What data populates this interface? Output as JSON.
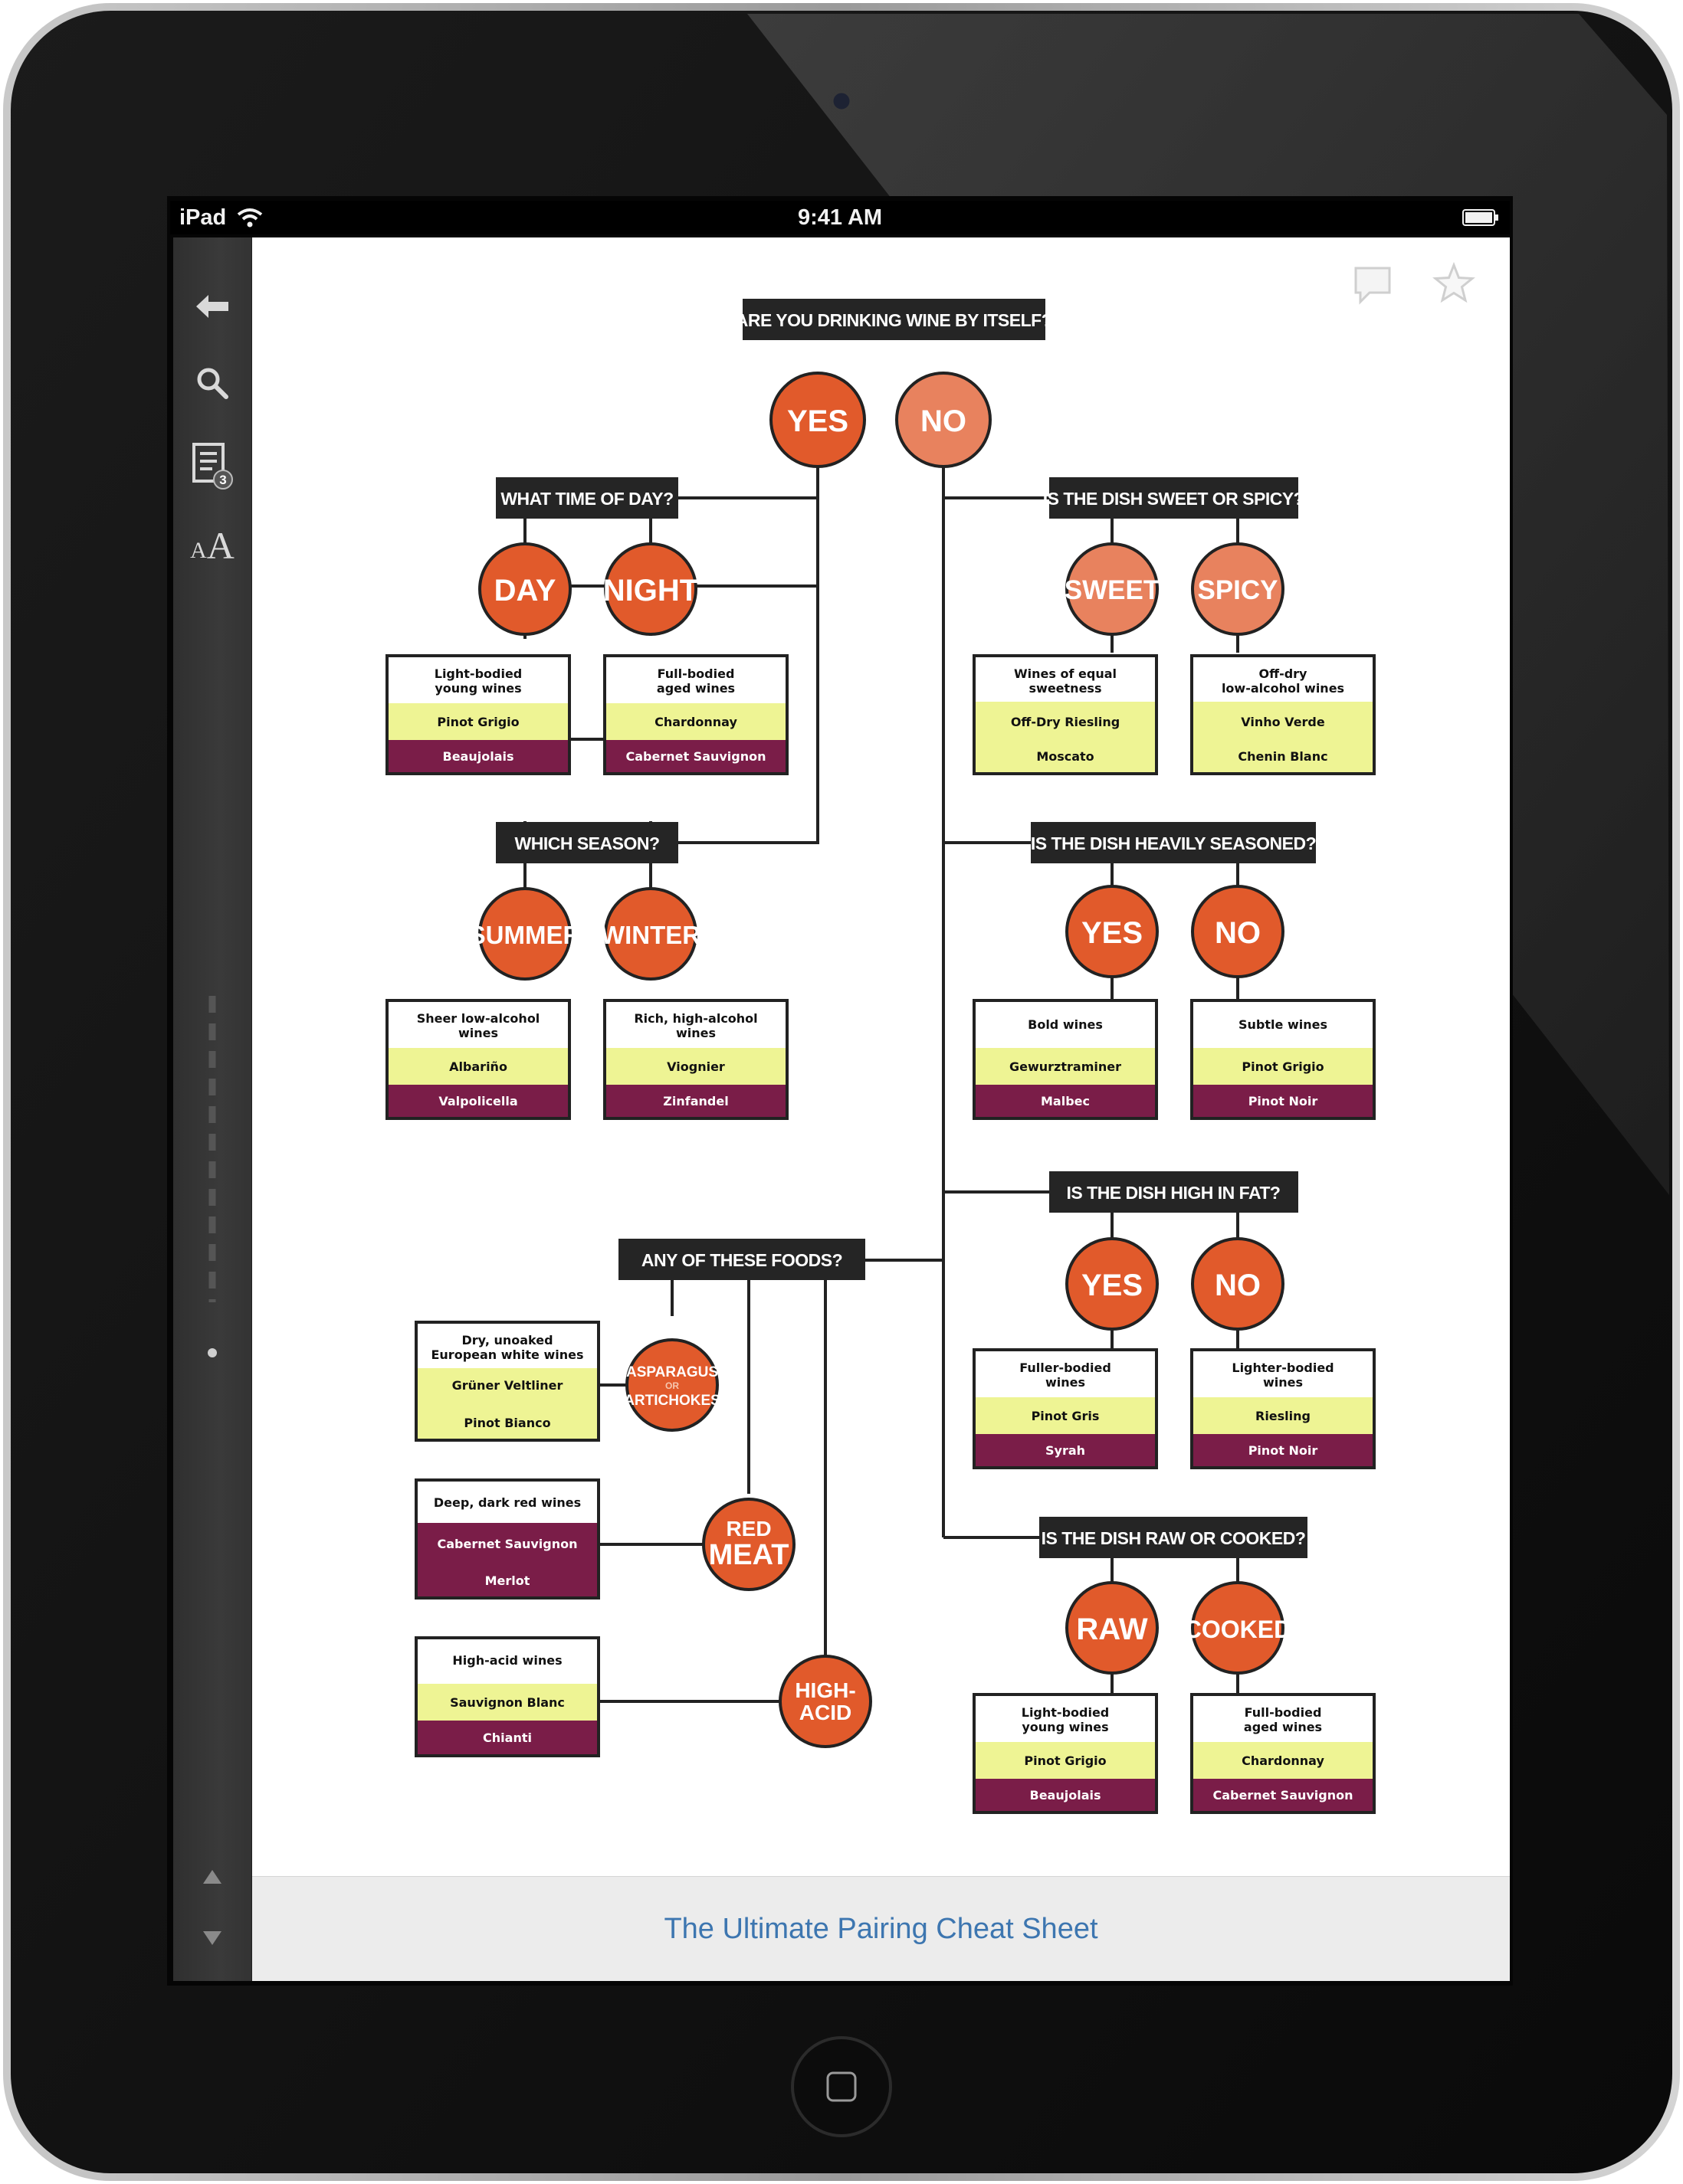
{
  "status_bar": {
    "carrier": "iPad",
    "time": "9:41 AM"
  },
  "sidebar": {
    "note_count": "3",
    "font_small": "A",
    "font_large": "A"
  },
  "footer": {
    "title": "The Ultimate Pairing Cheat Sheet"
  },
  "colors": {
    "orange": "#e15a2b",
    "orange_light": "#e8825e",
    "yellow": "#eef494",
    "wine": "#7a1d48",
    "dark": "#252525",
    "link": "#3d76b0"
  },
  "flowchart": {
    "root": "ARE YOU DRINKING WINE BY ITSELF?",
    "yes": "YES",
    "no": "NO",
    "time_question": "WHAT TIME OF DAY?",
    "day": "DAY",
    "night": "NIGHT",
    "day_box": {
      "desc": [
        "Light-bodied",
        "young wines"
      ],
      "yellow": "Pinot Grigio",
      "red": "Beaujolais"
    },
    "night_box": {
      "desc": [
        "Full-bodied",
        "aged wines"
      ],
      "yellow": "Chardonnay",
      "red": "Cabernet Sauvignon"
    },
    "season_question": "WHICH SEASON?",
    "summer": "SUMMER",
    "winter": "WINTER",
    "summer_box": {
      "desc": [
        "Sheer low-alcohol",
        "wines"
      ],
      "yellow": "Albariño",
      "red": "Valpolicella"
    },
    "winter_box": {
      "desc": [
        "Rich, high-alcohol",
        "wines"
      ],
      "yellow": "Viognier",
      "red": "Zinfandel"
    },
    "sweet_question": "IS THE DISH SWEET OR SPICY?",
    "sweet": "SWEET",
    "spicy": "SPICY",
    "sweet_box": {
      "desc": [
        "Wines of equal",
        "sweetness"
      ],
      "yellow": [
        "Off-Dry Riesling",
        "Moscato"
      ]
    },
    "spicy_box": {
      "desc": [
        "Off-dry",
        "low-alcohol wines"
      ],
      "yellow": [
        "Vinho Verde",
        "Chenin Blanc"
      ]
    },
    "seasoned_question": "IS THE DISH HEAVILY SEASONED?",
    "seasoned_yes": "YES",
    "seasoned_no": "NO",
    "bold_box": {
      "desc": [
        "Bold wines"
      ],
      "yellow": "Gewurztraminer",
      "red": "Malbec"
    },
    "subtle_box": {
      "desc": [
        "Subtle wines"
      ],
      "yellow": "Pinot Grigio",
      "red": "Pinot Noir"
    },
    "fat_question": "IS THE DISH HIGH IN FAT?",
    "fat_yes": "YES",
    "fat_no": "NO",
    "fuller_box": {
      "desc": [
        "Fuller-bodied",
        "wines"
      ],
      "yellow": "Pinot Gris",
      "red": "Syrah"
    },
    "lighter_box": {
      "desc": [
        "Lighter-bodied",
        "wines"
      ],
      "yellow": "Riesling",
      "red": "Pinot Noir"
    },
    "raw_question": "IS THE DISH RAW OR COOKED?",
    "raw": "RAW",
    "cooked": "COOKED",
    "raw_box": {
      "desc": [
        "Light-bodied",
        "young wines"
      ],
      "yellow": "Pinot Grigio",
      "red": "Beaujolais"
    },
    "cooked_box": {
      "desc": [
        "Full-bodied",
        "aged wines"
      ],
      "yellow": "Chardonnay",
      "red": "Cabernet Sauvignon"
    },
    "foods_question": "ANY OF THESE FOODS?",
    "asparagus": [
      "ASPARAGUS",
      "OR",
      "ARTICHOKES"
    ],
    "red_meat": [
      "RED",
      "MEAT"
    ],
    "high_acid": [
      "HIGH-",
      "ACID"
    ],
    "asparagus_box": {
      "desc": [
        "Dry, unoaked",
        "European white wines"
      ],
      "yellow": [
        "Grüner Veltliner",
        "Pinot Bianco"
      ]
    },
    "redmeat_box": {
      "desc": [
        "Deep, dark red wines"
      ],
      "red": [
        "Cabernet Sauvignon",
        "Merlot"
      ]
    },
    "acid_box": {
      "desc": [
        "High-acid wines"
      ],
      "yellow": "Sauvignon Blanc",
      "red": "Chianti"
    }
  }
}
